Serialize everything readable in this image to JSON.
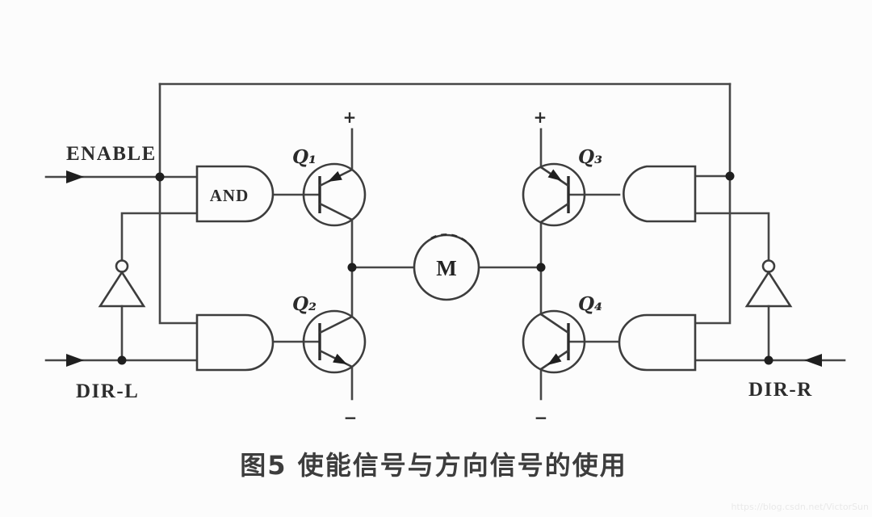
{
  "figure": {
    "caption": "图5 使能信号与方向信号的使用",
    "watermark": "https://blog.csdn.net/VictorSun"
  },
  "labels": {
    "enable": "ENABLE",
    "dir_left": "DIR-L",
    "dir_right": "DIR-R",
    "and_gate": "AND",
    "q1": "Q₁",
    "q2": "Q₂",
    "q3": "Q₃",
    "q4": "Q₄",
    "motor": "M",
    "plus_left": "+",
    "plus_right": "+",
    "minus_left": "−",
    "minus_right": "−"
  },
  "colors": {
    "wire": "#474747",
    "junction": "#1f1f1f",
    "label_text": "#2d2d2d",
    "caption_text": "#3d3d3d",
    "watermark_text": "#e9e9e9",
    "background": "#fcfcfc"
  }
}
